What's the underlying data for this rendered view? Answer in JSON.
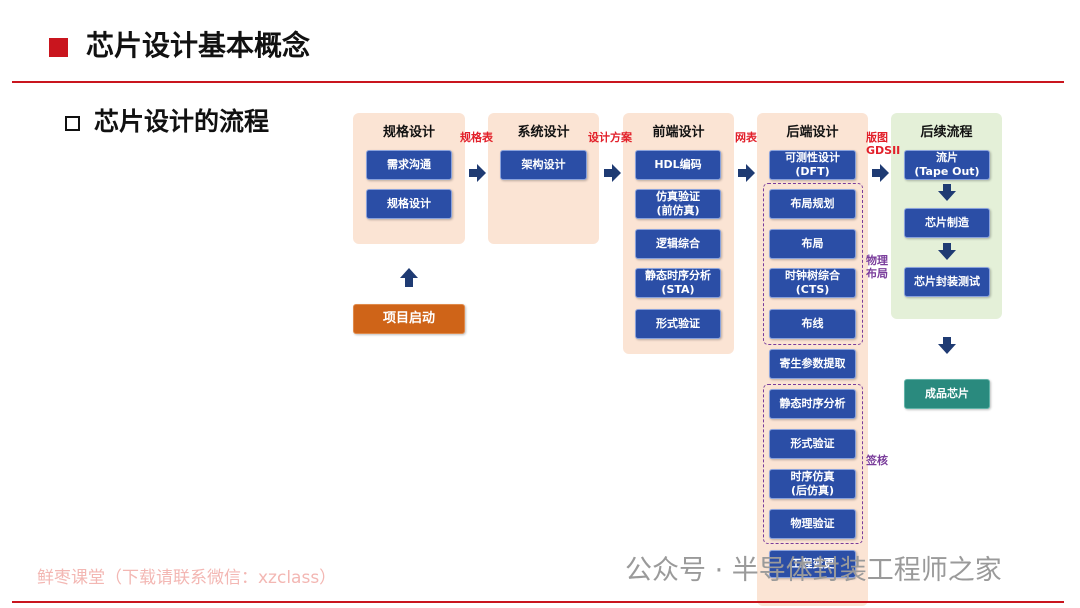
{
  "header": {
    "title": "芯片设计基本概念"
  },
  "section": {
    "subtitle": "芯片设计的流程"
  },
  "stages": {
    "spec": {
      "title": "规格设计",
      "items": [
        "需求沟通",
        "规格设计"
      ]
    },
    "system": {
      "title": "系统设计",
      "items": [
        "架构设计"
      ]
    },
    "frontend": {
      "title": "前端设计",
      "items": [
        "HDL编码",
        "仿真验证\n(前仿真)",
        "逻辑综合",
        "静态时序分析\n(STA)",
        "形式验证"
      ]
    },
    "backend": {
      "title": "后端设计",
      "items": [
        "可测性设计\n(DFT)",
        "布局规划",
        "布局",
        "时钟树综合\n(CTS)",
        "布线",
        "寄生参数提取",
        "静态时序分析",
        "形式验证",
        "时序仿真\n(后仿真)",
        "物理验证",
        "工程变更"
      ],
      "group_labels": {
        "layout": "物理\n布局",
        "signoff": "签核"
      }
    },
    "post": {
      "title": "后续流程",
      "items": [
        "流片\n(Tape Out)",
        "芯片制造",
        "芯片封装测试"
      ]
    }
  },
  "start": {
    "label": "项目启动"
  },
  "product": {
    "label": "成品芯片"
  },
  "arrow_labels": {
    "a1": "规格表",
    "a2": "设计方案",
    "a3": "网表",
    "a4": "版图\nGDSII"
  },
  "watermark": {
    "left": "鲜枣课堂（下载请联系微信：xzclass）",
    "right": "公众号 · 半导体封装工程师之家"
  },
  "colors": {
    "accent_red": "#c9151e",
    "box_blue": "#2b4ea6",
    "stage_peach": "#fbe4d4",
    "stage_green": "#e4f0d8",
    "start_orange": "#cf6418",
    "product_teal": "#2a8a7e",
    "group_purple": "#7a3d9b",
    "arrow_navy": "#1f3b73"
  }
}
